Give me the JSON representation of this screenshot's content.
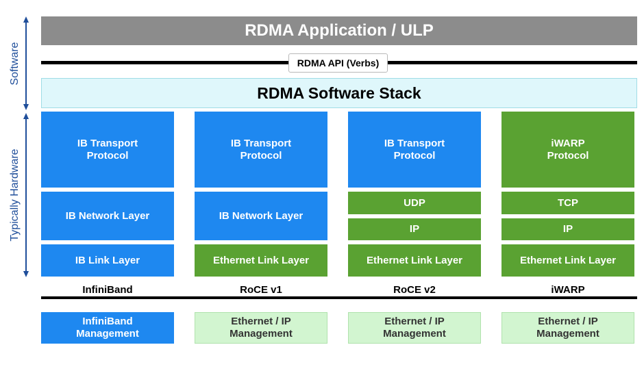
{
  "colors": {
    "app_bar": "#8c8c8c",
    "software_stack": "#dff7fb",
    "blue": "#1e88f0",
    "green": "#5aa232",
    "light_green": "#d2f5d0",
    "arrow": "#1f4e9a"
  },
  "side": {
    "software": "Software",
    "hardware": "Typically Hardware"
  },
  "top": {
    "application": "RDMA Application / ULP",
    "api": "RDMA API (Verbs)",
    "stack": "RDMA Software Stack"
  },
  "columns": [
    {
      "transport": "IB Transport\nProtocol",
      "network": "IB Network Layer",
      "link": "IB Link Layer",
      "label": "InfiniBand",
      "management": "InfiniBand\nManagement"
    },
    {
      "transport": "IB Transport\nProtocol",
      "network": "IB Network Layer",
      "link": "Ethernet Link Layer",
      "label": "RoCE v1",
      "management": "Ethernet / IP\nManagement"
    },
    {
      "transport": "IB Transport\nProtocol",
      "network_upper": "UDP",
      "network_lower": "IP",
      "link": "Ethernet Link Layer",
      "label": "RoCE v2",
      "management": "Ethernet / IP\nManagement"
    },
    {
      "transport": "iWARP\nProtocol",
      "network_upper": "TCP",
      "network_lower": "IP",
      "link": "Ethernet Link Layer",
      "label": "iWARP",
      "management": "Ethernet / IP\nManagement"
    }
  ]
}
